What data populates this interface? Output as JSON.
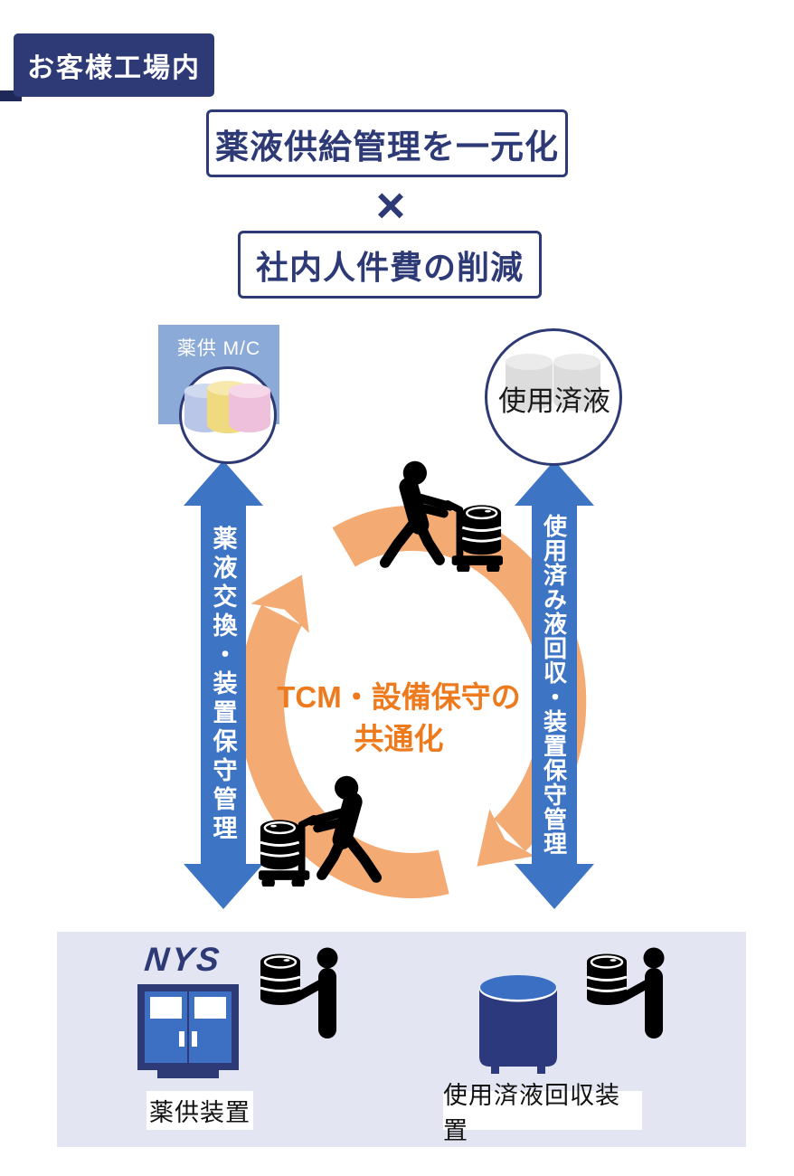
{
  "badge": {
    "label": "お客様工場内"
  },
  "headline": {
    "box1": "薬液供給管理を一元化",
    "operator": "×",
    "box2": "社内人件費の削減"
  },
  "supply_machine": {
    "label": "薬供 M/C"
  },
  "used_liquid": {
    "label": "使用済液"
  },
  "arrows": {
    "left": "薬液交換・装置保守管理",
    "right": "使用済み液回収・装置保守管理"
  },
  "cycle": {
    "line1": "TCM・設備保守の",
    "line2": "共通化"
  },
  "bottom": {
    "brand": "NYS",
    "supply_label": "薬供装置",
    "recovery_label": "使用済液回収装置"
  },
  "icons": {
    "left_unit": "chemical-cylinders-icon",
    "right_unit": "used-drums-icon",
    "cycle_top": "worker-pushing-drum-cart-icon",
    "cycle_bottom": "worker-pushing-drum-cart-icon-mirrored",
    "panel_left": "supply-cabinet-icon",
    "panel_right": "recovery-tank-icon",
    "panel_workers": "worker-with-drum-icon"
  },
  "colors": {
    "navy": "#2d3a75",
    "arrow_blue": "#3e74c4",
    "ring_orange": "#f3aa73",
    "text_orange": "#ed7a1d",
    "square_blue": "#8caad8",
    "panel_lavender": "#e3e6f2",
    "door_blue": "#3d6fc2",
    "tank_navy": "#2c3a7d"
  }
}
